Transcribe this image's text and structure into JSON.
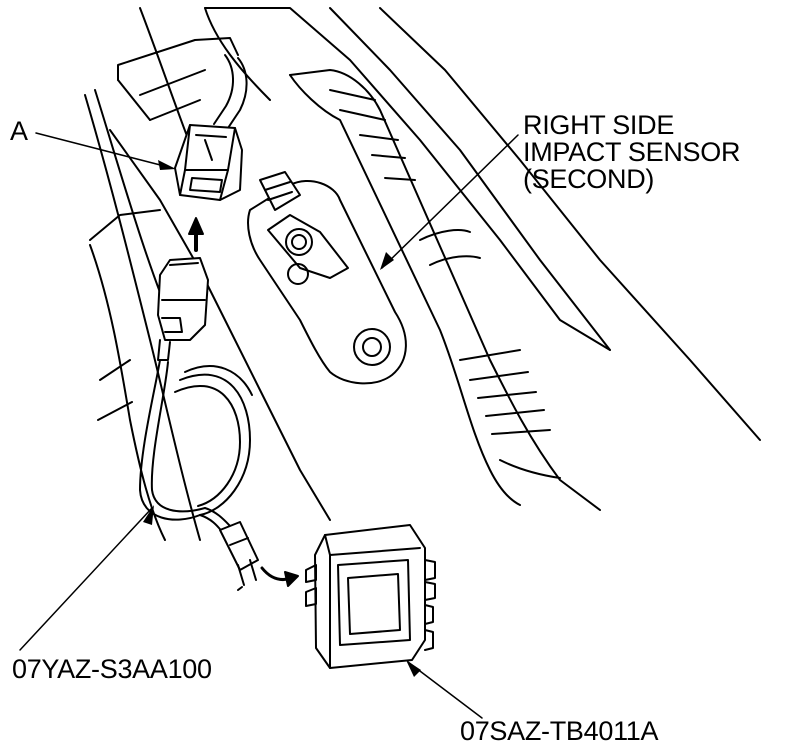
{
  "labels": {
    "connector_a": "A",
    "sensor_line1": "RIGHT SIDE",
    "sensor_line2": "IMPACT SENSOR",
    "sensor_line3": "(SECOND)",
    "harness": "07YAZ-S3AA100",
    "dummy": "07SAZ-TB4011A"
  },
  "colors": {
    "ink": "#000000",
    "paper": "#ffffff"
  }
}
